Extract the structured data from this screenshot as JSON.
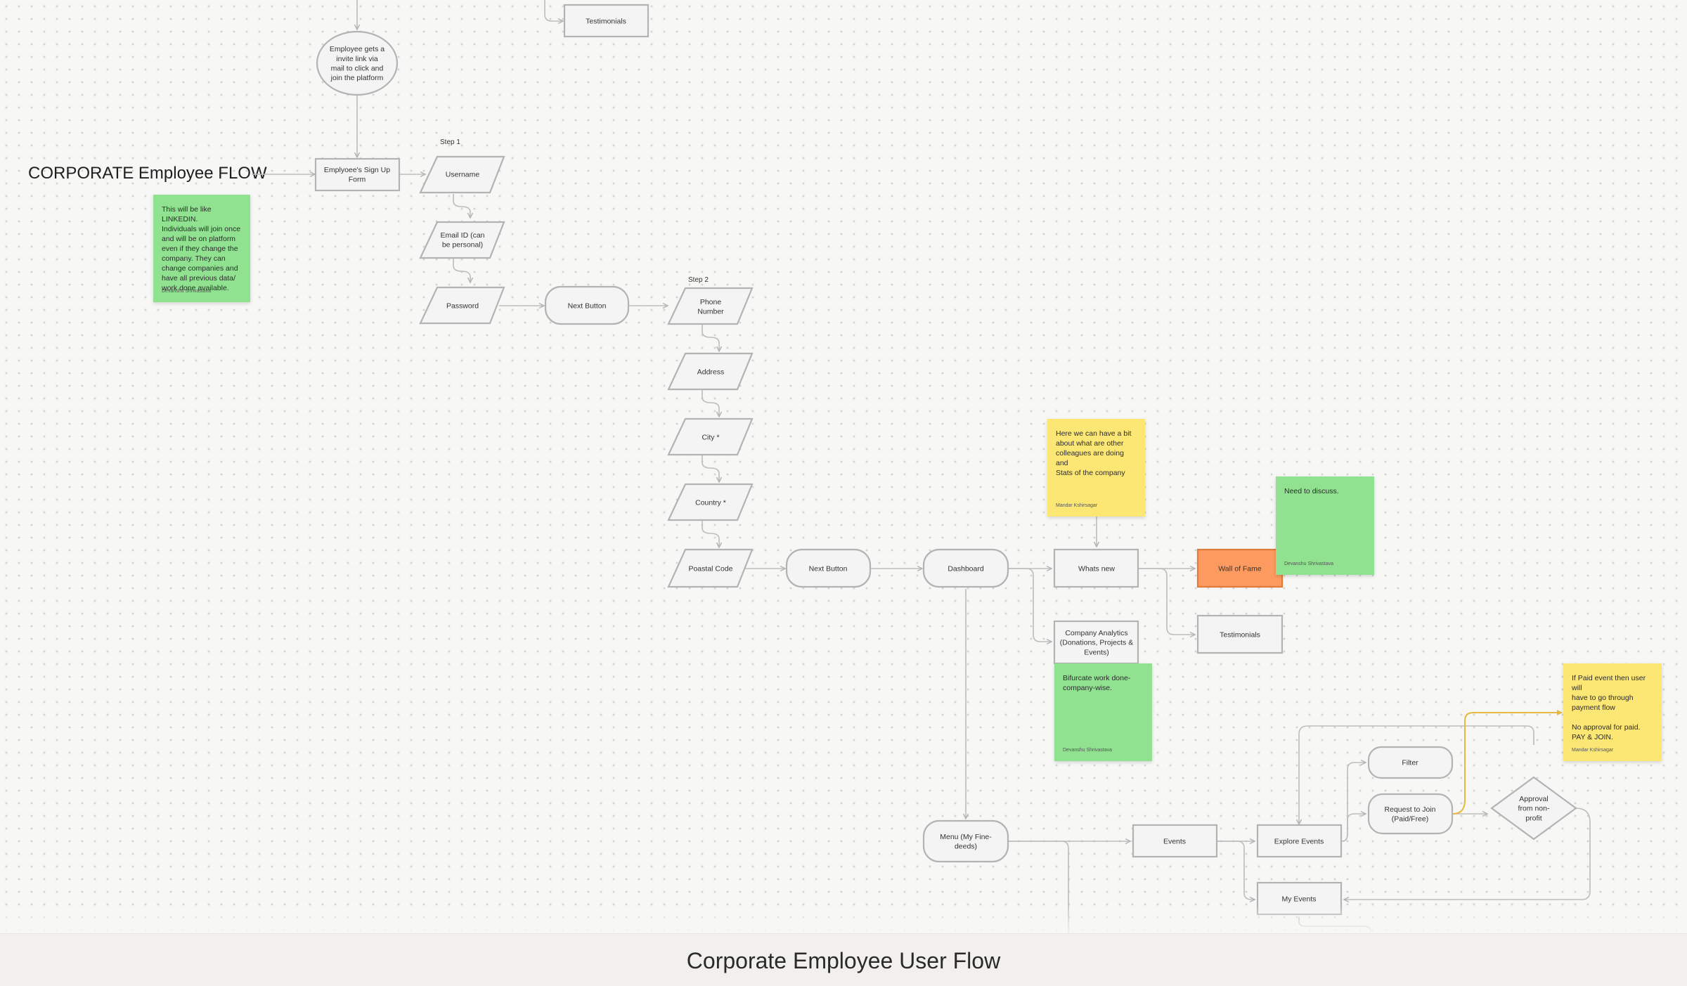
{
  "page_title": "CORPORATE Employee FLOW",
  "footer_title": "Corporate Employee User Flow",
  "colors": {
    "note_green": "#90e291",
    "note_yellow": "#fde774",
    "highlight_orange": "#fd9a5f",
    "connector_gray": "#bdbdbd",
    "connector_gold": "#e5b93d"
  },
  "step_labels": {
    "step1": "Step 1",
    "step2": "Step 2"
  },
  "nodes": {
    "testimonials_top": "Testimonials",
    "invite_link": "Employee gets a\ninvite link via\nmail to click and\njoin the platform",
    "signup_form": "Emplyoee's Sign Up\nForm",
    "username": "Username",
    "email": "Email ID (can\nbe personal)",
    "password": "Password",
    "next_button_1": "Next Button",
    "phone": "Phone\nNumber",
    "address": "Address",
    "city": "City *",
    "country": "Country *",
    "postal": "Poastal Code",
    "next_button_2": "Next Button",
    "dashboard": "Dashboard",
    "whats_new": "Whats new",
    "wall_of_fame": "Wall of Fame",
    "testimonials": "Testimonials",
    "company_analytics": "Company Analytics\n(Donations, Projects &\nEvents)",
    "menu": "Menu (My Fine-\ndeeds)",
    "events": "Events",
    "explore_events": "Explore Events",
    "filter": "Filter",
    "request_join": "Request to Join\n(Paid/Free)",
    "approval": "Approval\nfrom non-\nprofit",
    "my_events": "My Events"
  },
  "notes": {
    "linkedin": {
      "text": "This will be like LINKEDIN.\nIndividuals will join once\nand will be on platform\neven if they change the\ncompany. They can\nchange companies and\nhave all previous data/\nwork done available.",
      "author": "Devanshu Shrivastava"
    },
    "whats_new_note": {
      "text": "Here we can have a bit\nabout what are other\ncolleagues are doing and\nStats of the company",
      "author": "Mandar Kshirsagar"
    },
    "discuss": {
      "text": "Need to discuss.",
      "author": "Devanshu Shrivastava"
    },
    "bifurcate": {
      "text": "Bifurcate work done-\ncompany-wise.",
      "author": "Devanshu Shrivastava"
    },
    "paid_event": {
      "text": "If Paid event then user will\nhave to go through\npayment flow\n\nNo approval for paid.\nPAY & JOIN.",
      "author": "Mandar Kshirsagar"
    }
  }
}
